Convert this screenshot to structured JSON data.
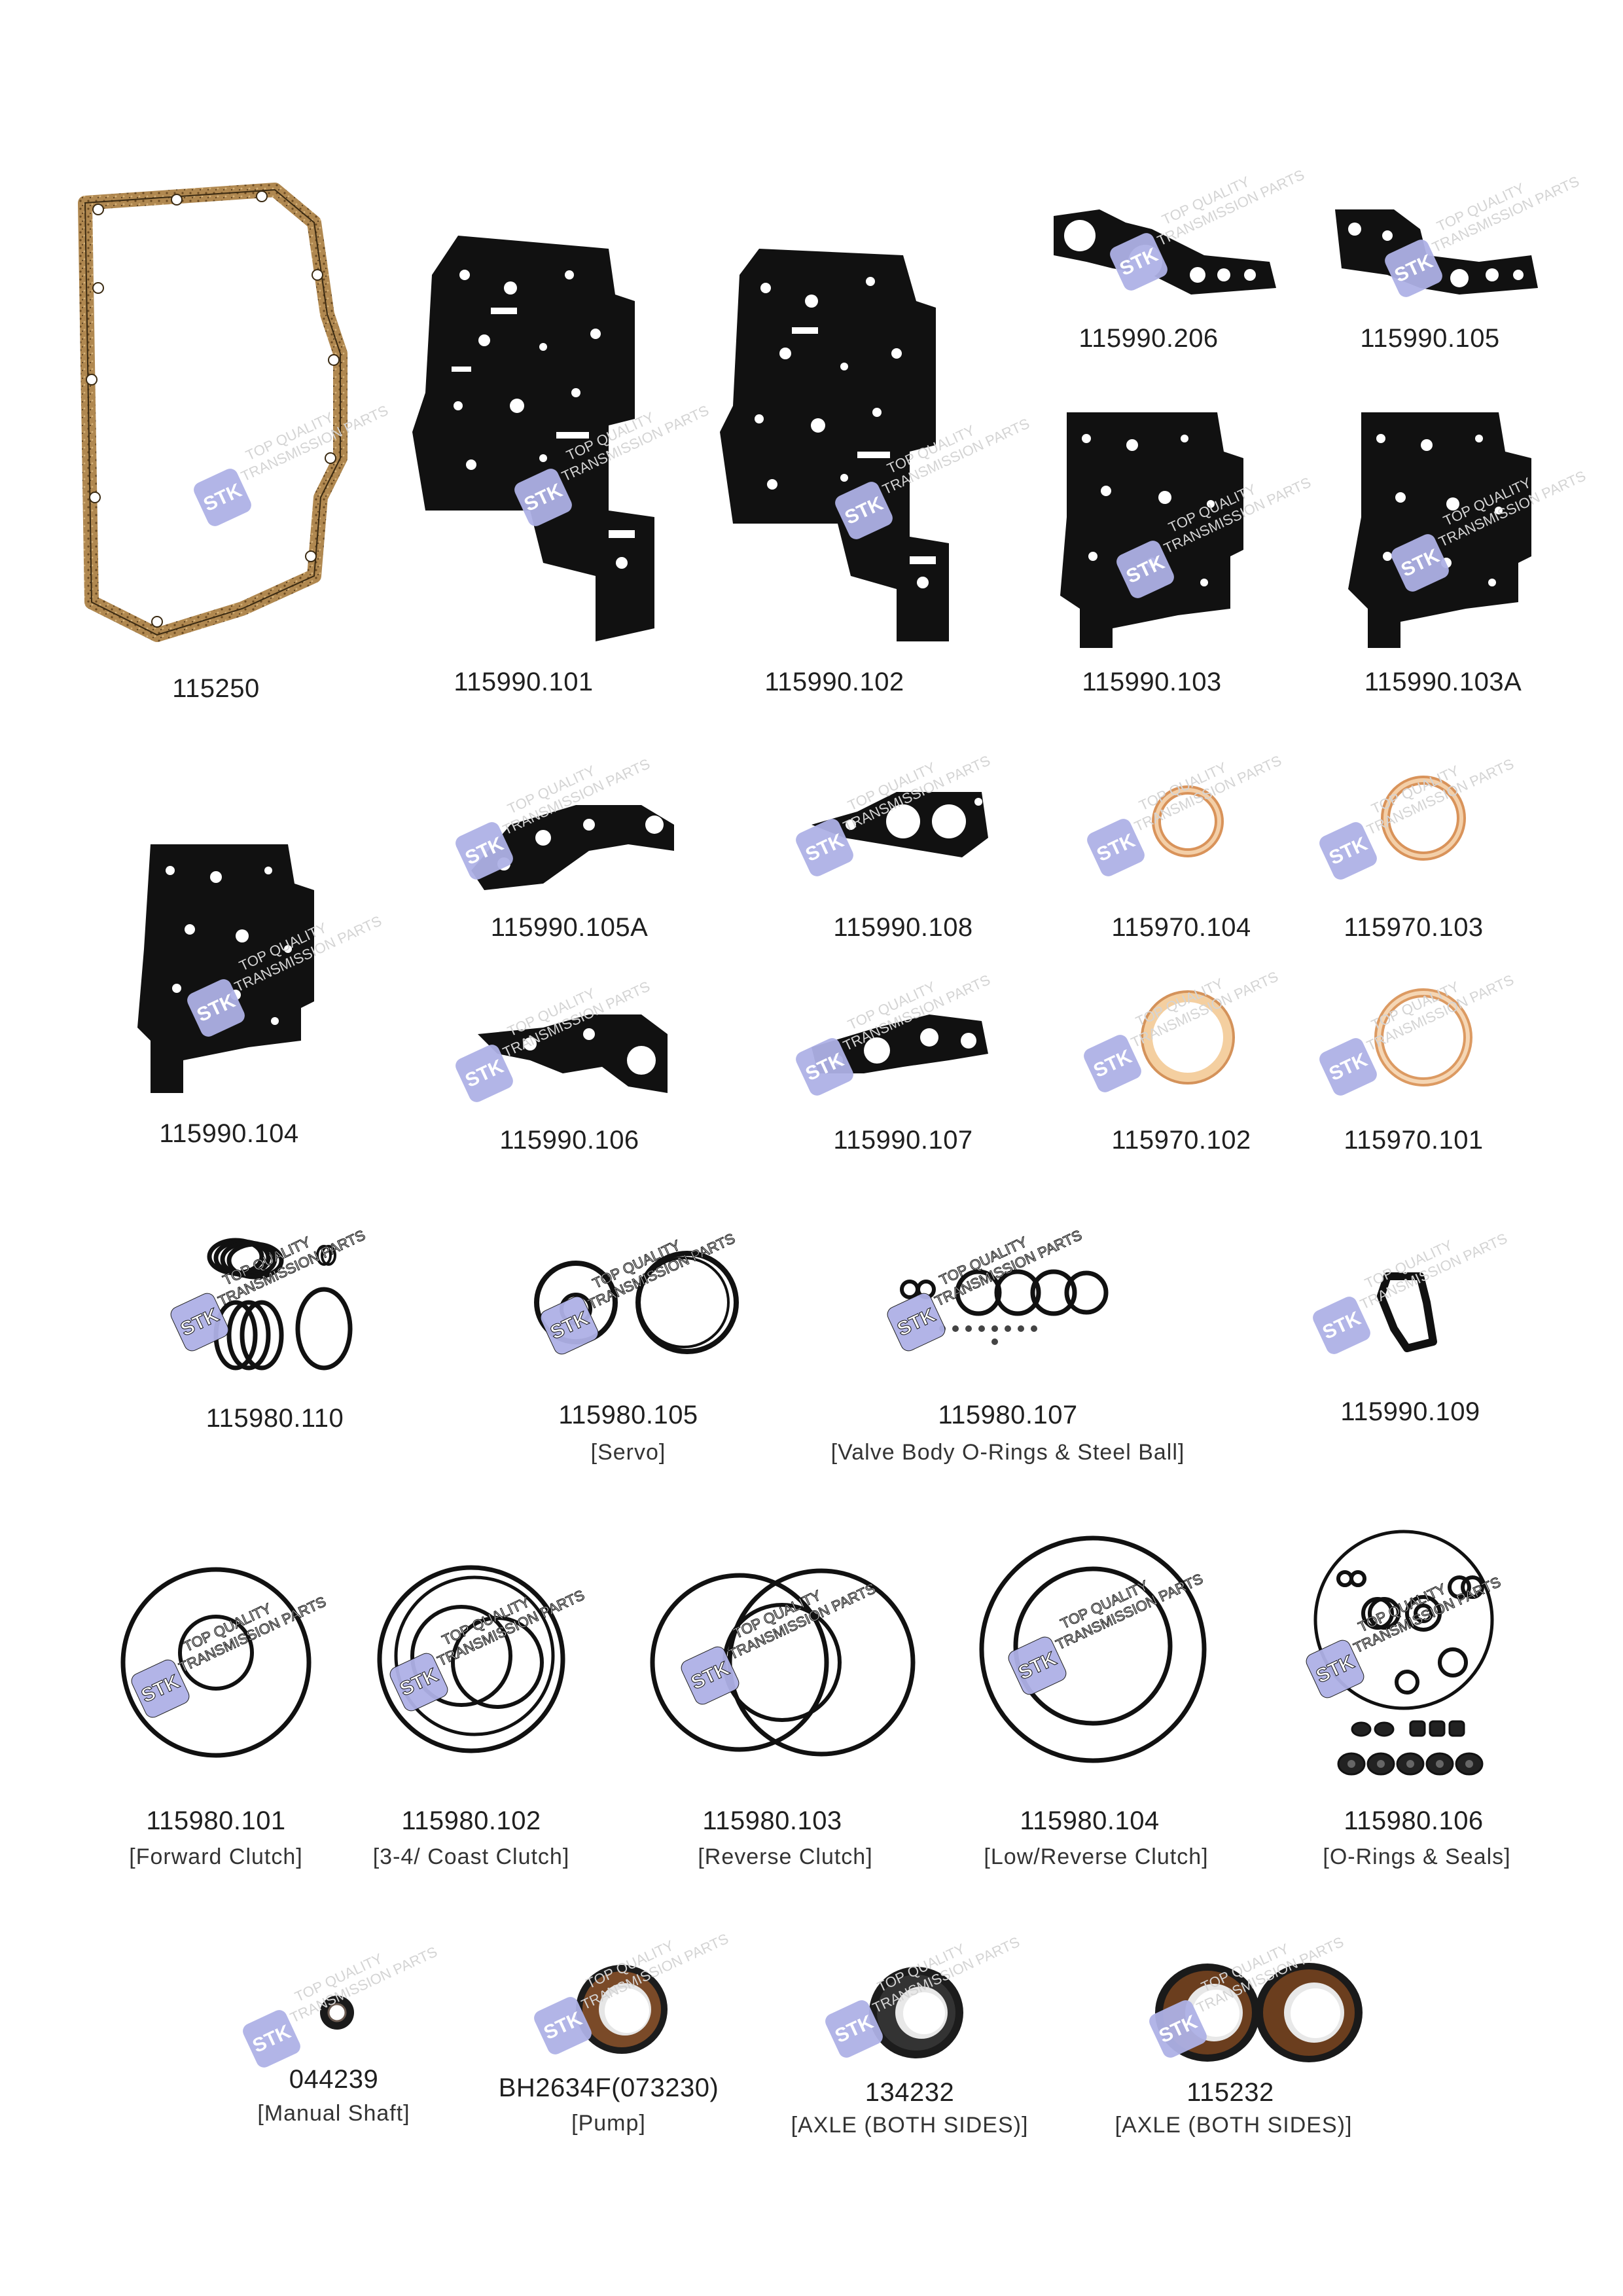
{
  "watermark": {
    "logo": "STK",
    "line1": "TOP QUALITY",
    "line2": "TRANSMISSION PARTS"
  },
  "parts": [
    {
      "id": "p115250",
      "pn": "115250",
      "desc": ""
    },
    {
      "id": "p990101",
      "pn": "115990.101",
      "desc": ""
    },
    {
      "id": "p990102",
      "pn": "115990.102",
      "desc": ""
    },
    {
      "id": "p990206",
      "pn": "115990.206",
      "desc": ""
    },
    {
      "id": "p990105",
      "pn": "115990.105",
      "desc": ""
    },
    {
      "id": "p990103",
      "pn": "115990.103",
      "desc": ""
    },
    {
      "id": "p990103A",
      "pn": "115990.103A",
      "desc": ""
    },
    {
      "id": "p990104",
      "pn": "115990.104",
      "desc": ""
    },
    {
      "id": "p990105A",
      "pn": "115990.105A",
      "desc": ""
    },
    {
      "id": "p990108",
      "pn": "115990.108",
      "desc": ""
    },
    {
      "id": "p970104",
      "pn": "115970.104",
      "desc": ""
    },
    {
      "id": "p970103",
      "pn": "115970.103",
      "desc": ""
    },
    {
      "id": "p990106",
      "pn": "115990.106",
      "desc": ""
    },
    {
      "id": "p990107",
      "pn": "115990.107",
      "desc": ""
    },
    {
      "id": "p970102",
      "pn": "115970.102",
      "desc": ""
    },
    {
      "id": "p970101",
      "pn": "115970.101",
      "desc": ""
    },
    {
      "id": "p980110",
      "pn": "115980.110",
      "desc": ""
    },
    {
      "id": "p980105",
      "pn": "115980.105",
      "desc": "[Servo]"
    },
    {
      "id": "p980107",
      "pn": "115980.107",
      "desc": "[Valve Body O-Rings & Steel Ball]"
    },
    {
      "id": "p990109",
      "pn": "115990.109",
      "desc": ""
    },
    {
      "id": "p980101",
      "pn": "115980.101",
      "desc": "[Forward Clutch]"
    },
    {
      "id": "p980102",
      "pn": "115980.102",
      "desc": "[3-4/ Coast Clutch]"
    },
    {
      "id": "p980103",
      "pn": "115980.103",
      "desc": "[Reverse Clutch]"
    },
    {
      "id": "p980104",
      "pn": "115980.104",
      "desc": "[Low/Reverse Clutch]"
    },
    {
      "id": "p980106",
      "pn": "115980.106",
      "desc": "[O-Rings & Seals]"
    },
    {
      "id": "p044239",
      "pn": "044239",
      "desc": "[Manual Shaft]"
    },
    {
      "id": "pBH2634F",
      "pn": "BH2634F(073230)",
      "desc": "[Pump]"
    },
    {
      "id": "p134232",
      "pn": "134232",
      "desc": "[AXLE (BOTH SIDES)]"
    },
    {
      "id": "p115232",
      "pn": "115232",
      "desc": "[AXLE (BOTH SIDES)]"
    }
  ]
}
